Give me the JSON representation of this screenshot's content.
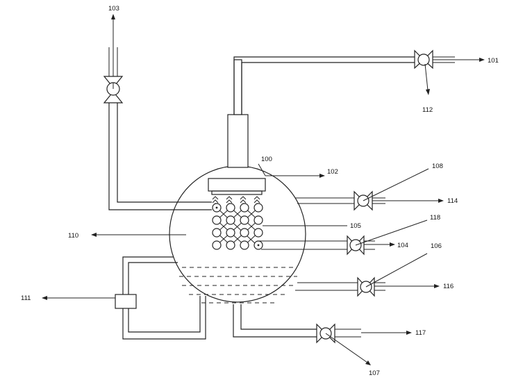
{
  "diagram": {
    "labels": {
      "l100": "100",
      "l101": "101",
      "l102": "102",
      "l103": "103",
      "l104": "104",
      "l105": "105",
      "l106": "106",
      "l107": "107",
      "l108": "108",
      "l110": "110",
      "l111": "111",
      "l112": "112",
      "l114": "114",
      "l116": "116",
      "l117": "117",
      "l118": "118"
    }
  },
  "colors": {
    "line": "#222222",
    "background": "#ffffff"
  }
}
